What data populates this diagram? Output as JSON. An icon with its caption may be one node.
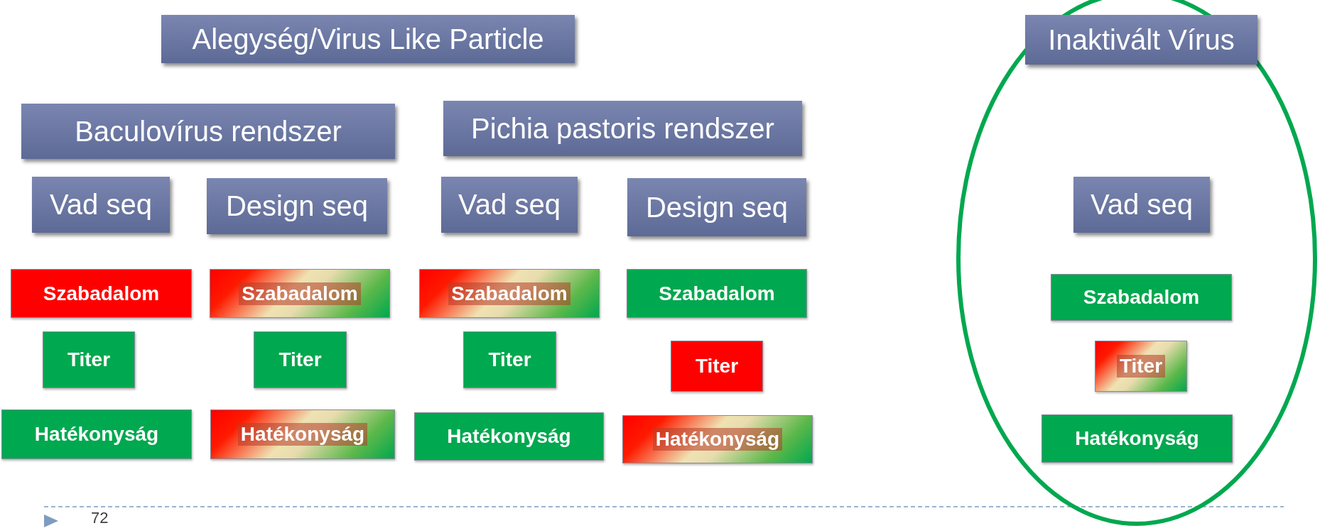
{
  "diagram": {
    "nodes": [
      {
        "text": [
          "Alegység/Virus Like Particle"
        ]
      },
      {
        "text": [],
        "shape": "ellipse"
      },
      {
        "text": [
          "Inaktivált Vírus"
        ],
        "in": 1
      },
      {
        "text": [
          "Baculovírus rendszer"
        ]
      },
      {
        "text": [
          "Pichia pastoris rendszer"
        ]
      },
      {
        "text": [
          "Vad seq"
        ]
      },
      {
        "text": [
          "Design seq"
        ]
      },
      {
        "text": [
          "Vad seq"
        ]
      },
      {
        "text": [
          "Design seq"
        ]
      },
      {
        "text": [
          "Vad seq"
        ],
        "in": 1
      },
      {
        "text": [
          "Szabadalom"
        ]
      },
      {
        "text": [
          "Szabadalom"
        ]
      },
      {
        "text": [
          "Szabadalom"
        ]
      },
      {
        "text": [
          "Szabadalom"
        ]
      },
      {
        "text": [
          "Szabadalom"
        ],
        "in": 1
      },
      {
        "text": [
          "Titer"
        ]
      },
      {
        "text": [
          "Titer"
        ]
      },
      {
        "text": [
          "Titer"
        ]
      },
      {
        "text": [
          "Titer"
        ]
      },
      {
        "text": [
          "Titer"
        ],
        "in": 1
      },
      {
        "text": [
          "Hatékonyság"
        ]
      },
      {
        "text": [
          "Hatékonyság"
        ]
      },
      {
        "text": [
          "Hatékonyság"
        ]
      },
      {
        "text": [
          "Hatékonyság"
        ]
      },
      {
        "text": [
          "Hatékonyság"
        ],
        "in": 1
      }
    ],
    "edges": [],
    "labels": [
      "72"
    ]
  }
}
